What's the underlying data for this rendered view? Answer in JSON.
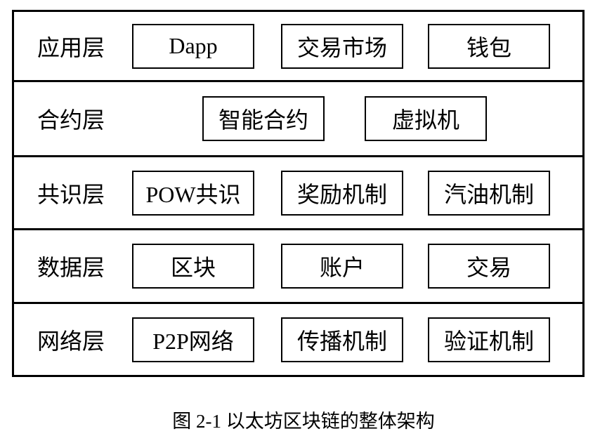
{
  "diagram": {
    "layers": [
      {
        "id": "application",
        "label": "应用层",
        "boxes": [
          "Dapp",
          "交易市场",
          "钱包"
        ]
      },
      {
        "id": "contract",
        "label": "合约层",
        "boxes": [
          "智能合约",
          "虚拟机"
        ]
      },
      {
        "id": "consensus",
        "label": "共识层",
        "boxes": [
          "POW共识",
          "奖励机制",
          "汽油机制"
        ]
      },
      {
        "id": "data",
        "label": "数据层",
        "boxes": [
          "区块",
          "账户",
          "交易"
        ]
      },
      {
        "id": "network",
        "label": "网络层",
        "boxes": [
          "P2P网络",
          "传播机制",
          "验证机制"
        ]
      }
    ]
  },
  "caption": "图 2-1 以太坊区块链的整体架构",
  "colors": {
    "border": "#000000",
    "text": "#000000",
    "background": "#ffffff"
  }
}
